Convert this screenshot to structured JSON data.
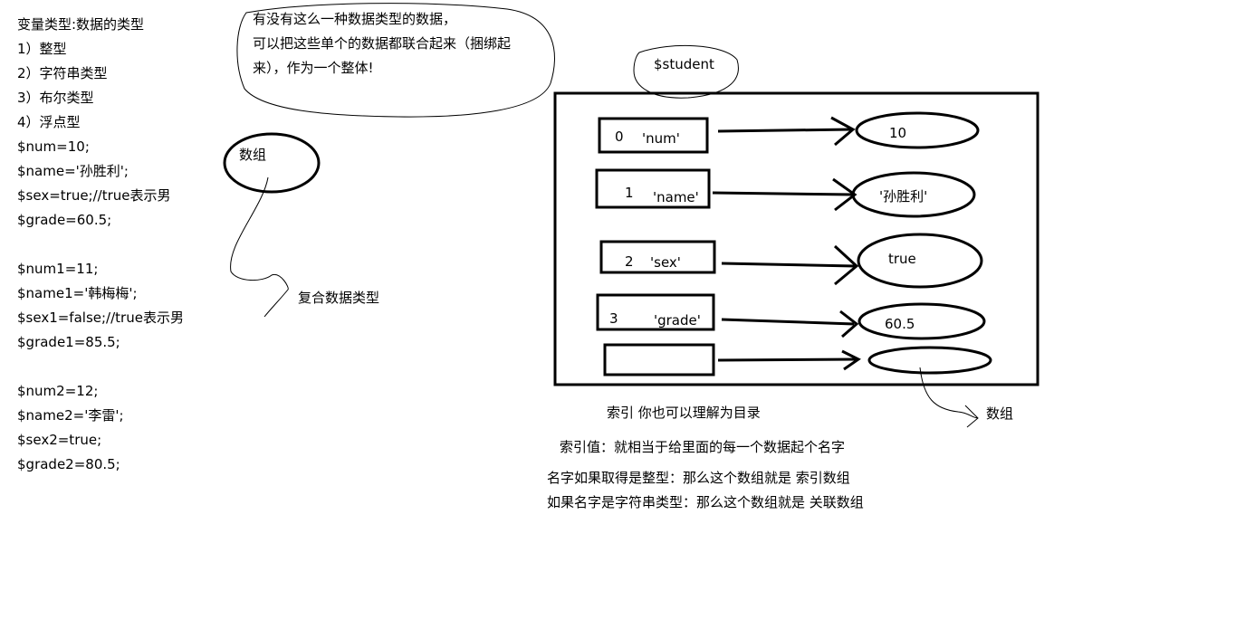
{
  "left_code": [
    "变量类型:数据的类型",
    "1）整型",
    "2）字符串类型",
    "3）布尔类型",
    "4）浮点型",
    "$num=10;",
    "$name='孙胜利';",
    "$sex=true;//true表示男",
    "$grade=60.5;",
    "",
    "$num1=11;",
    "$name1='韩梅梅';",
    "$sex1=false;//true表示男",
    "$grade1=85.5;",
    "",
    "$num2=12;",
    "$name2='李雷';",
    "$sex2=true;",
    "$grade2=80.5;"
  ],
  "bubble_lines": [
    "有没有这么一种数据类型的数据，",
    "可以把这些单个的数据都联合起来（捆绑起",
    "来），作为一个整体!"
  ],
  "array_label": "数组",
  "composite_label": "复合数据类型",
  "student_label": "$student",
  "rows": [
    {
      "index": "0",
      "key": "'num'",
      "value": "10"
    },
    {
      "index": "1",
      "key": "'name'",
      "value": "'孙胜利'"
    },
    {
      "index": "2",
      "key": "'sex'",
      "value": "true"
    },
    {
      "index": "3",
      "key": "'grade'",
      "value": "60.5"
    },
    {
      "index": "",
      "key": "",
      "value": ""
    }
  ],
  "array_label_2": "数组",
  "notes": {
    "index_note": "索引 你也可以理解为目录",
    "index_value_note": "索引值：就相当于给里面的每一个数据起个名字",
    "integer_note": "名字如果取得是整型：那么这个数组就是 索引数组",
    "string_note": "如果名字是字符串类型：那么这个数组就是 关联数组"
  },
  "colors": {
    "ink": "#000000",
    "background": "#ffffff"
  }
}
